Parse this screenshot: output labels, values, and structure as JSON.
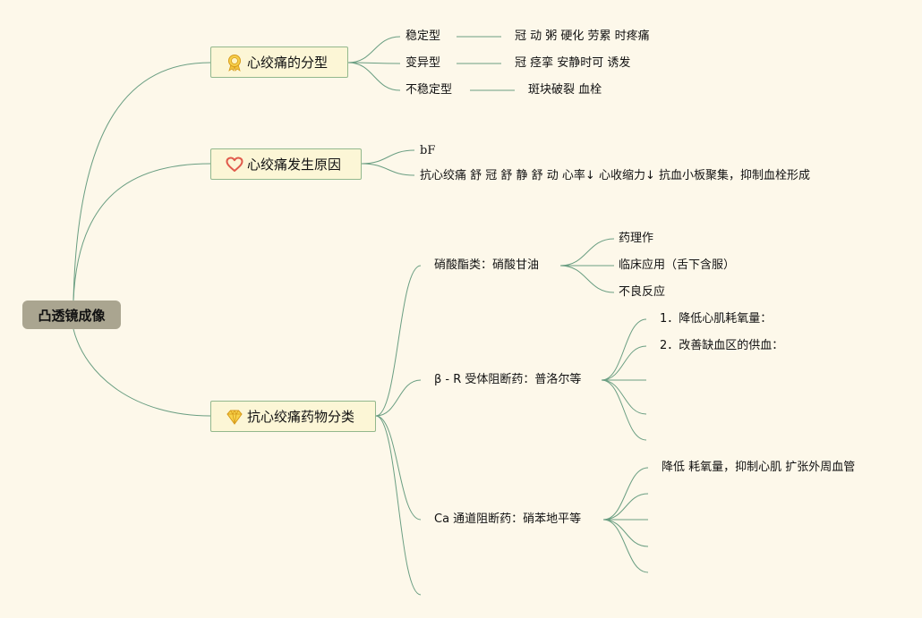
{
  "root": {
    "label": "凸透镜成像"
  },
  "topics": [
    {
      "label": "心绞痛的分型",
      "icon": "award-ribbon-icon",
      "children": [
        {
          "label": "稳定型",
          "detail": "冠 动 粥 硬化 劳累 时疼痛"
        },
        {
          "label": "变异型",
          "detail": "冠 痉挛 安静时可 诱发"
        },
        {
          "label": "不稳定型",
          "detail": "斑块破裂 血栓"
        }
      ]
    },
    {
      "label": "心绞痛发生原因",
      "icon": "heart-outline-icon",
      "children": [
        {
          "label": "bF"
        },
        {
          "label": "抗心绞痛 舒 冠 舒 静 舒 动 心率↓ 心收缩力↓ 抗血小板聚集，抑制血栓形成"
        }
      ]
    },
    {
      "label": "抗心绞痛药物分类",
      "icon": "diamond-icon",
      "children": [
        {
          "label": "硝酸酯类：硝酸甘油",
          "children": [
            "药理作",
            "临床应用（舌下含服）",
            "不良反应"
          ]
        },
        {
          "label": "β - R 受体阻断药：普洛尔等",
          "children": [
            "1．降低心肌耗氧量：",
            "2．改善缺血区的供血：",
            "",
            "",
            ""
          ]
        },
        {
          "label": "Ca 通道阻断药：硝苯地平等",
          "children": [
            "降低 耗氧量，抑制心肌 扩张外周血管",
            "",
            "",
            "",
            ""
          ]
        },
        {
          "label": ""
        }
      ]
    }
  ],
  "colors": {
    "line": "#6a9e82",
    "root_bg": "#aaa590",
    "topic_bg": "#fcf6d6",
    "topic_border": "#93b88d"
  }
}
